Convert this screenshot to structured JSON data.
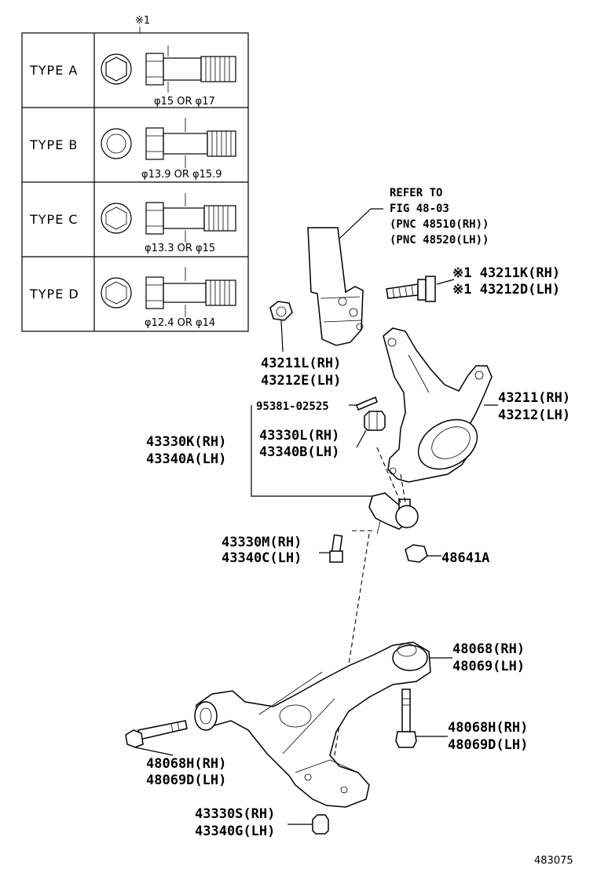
{
  "figure_number": "483075",
  "stud_table": {
    "header_mark": "※1",
    "rows": [
      {
        "type": "TYPE A",
        "dimension": "φ15 OR φ17"
      },
      {
        "type": "TYPE B",
        "dimension": "φ13.9 OR φ15.9"
      },
      {
        "type": "TYPE C",
        "dimension": "φ13.3 OR φ15"
      },
      {
        "type": "TYPE D",
        "dimension": "φ12.4 OR φ14"
      }
    ]
  },
  "refer": {
    "line1": "REFER TO",
    "line2": "FIG 48-03",
    "line3": "(PNC 48510(RH))",
    "line4": "(PNC 48520(LH))"
  },
  "callouts": {
    "c43211K": {
      "rh": "※1 43211K(RH)",
      "lh": "※1 43212D(LH)"
    },
    "c43211L": {
      "rh": "43211L(RH)",
      "lh": "43212E(LH)"
    },
    "c43211": {
      "rh": "43211(RH)",
      "lh": "43212(LH)"
    },
    "c95381": {
      "text": "95381-02525"
    },
    "c43330K": {
      "rh": "43330K(RH)",
      "lh": "43340A(LH)"
    },
    "c43330L": {
      "rh": "43330L(RH)",
      "lh": "43340B(LH)"
    },
    "c43330M": {
      "rh": "43330M(RH)",
      "lh": "43340C(LH)"
    },
    "c48641A": {
      "text": "48641A"
    },
    "c48068": {
      "rh": "48068(RH)",
      "lh": "48069(LH)"
    },
    "c48068H_right": {
      "rh": "48068H(RH)",
      "lh": "48069D(LH)"
    },
    "c48068H_left": {
      "rh": "48068H(RH)",
      "lh": "48069D(LH)"
    },
    "c43330S": {
      "rh": "43330S(RH)",
      "lh": "43340G(LH)"
    }
  }
}
